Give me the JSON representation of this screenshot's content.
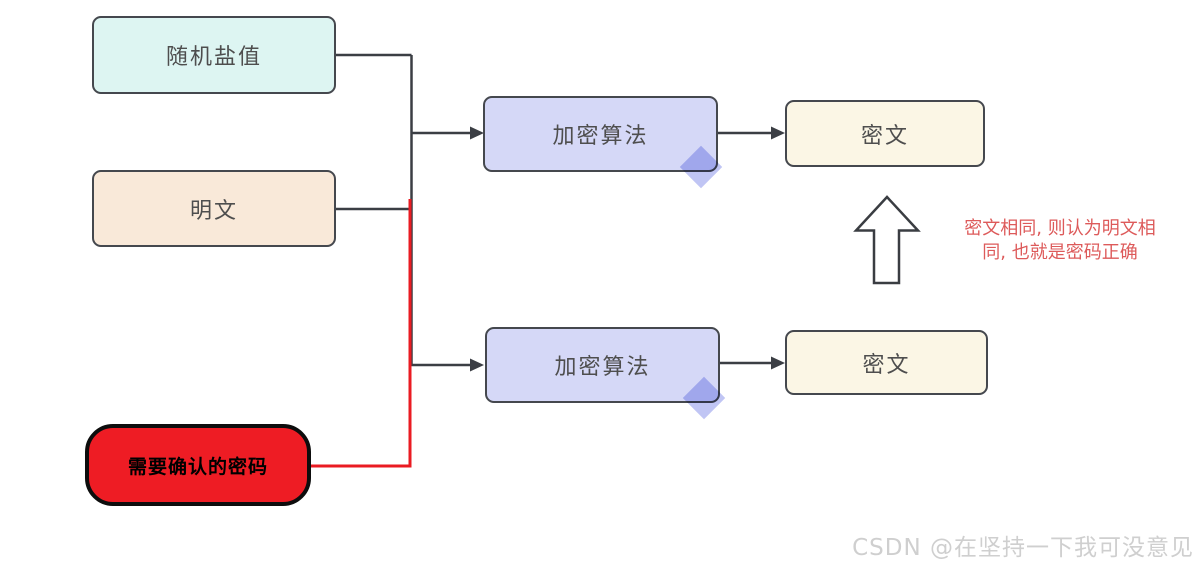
{
  "diagram": {
    "title_hint": "salted-password-hash-verification-flow",
    "nodes": {
      "salt": {
        "label": "随机盐值",
        "fill": "#ddf5f2"
      },
      "plaintext": {
        "label": "明文",
        "fill": "#f9e9d9"
      },
      "password": {
        "label": "需要确认的密码",
        "fill": "#ee1c24"
      },
      "encrypt_top": {
        "label": "加密算法",
        "fill": "#d5d8f7"
      },
      "encrypt_bottom": {
        "label": "加密算法",
        "fill": "#d5d8f7"
      },
      "cipher_top": {
        "label": "密文",
        "fill": "#fbf6e5"
      },
      "cipher_bottom": {
        "label": "密文",
        "fill": "#fbf6e5"
      }
    },
    "annotation": {
      "line1": "密文相同, 则认为明文相",
      "line2": "同, 也就是密码正确",
      "color": "#dd5a5a"
    },
    "colors": {
      "connector": "#3b3e44",
      "node_border": "#45484e",
      "highlight_wire": "#ea1b22",
      "diamond_decoration": "#8d96eb"
    }
  },
  "watermark": {
    "text": "CSDN @在坚持一下我可没意见",
    "color": "#cfcfcf"
  }
}
